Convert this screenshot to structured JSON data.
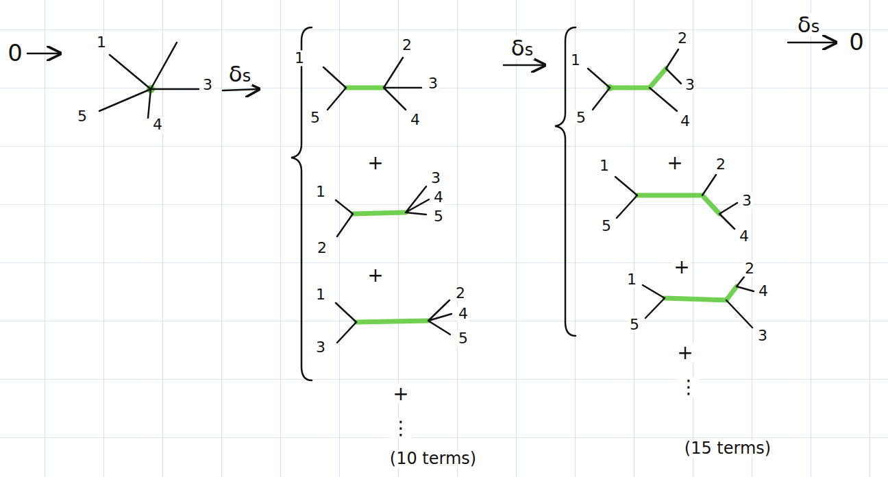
{
  "diagram": {
    "labels": [
      "0",
      "1",
      "3",
      "5",
      "4",
      "δs",
      "1",
      "5",
      "2",
      "3",
      "4",
      "+",
      "1",
      "2",
      "3",
      "4",
      "5",
      "+",
      "1",
      "3",
      "2",
      "4",
      "5",
      "+",
      "⋮",
      "(10 terms)",
      "δs",
      "1",
      "5",
      "2",
      "3",
      "4",
      "+",
      "1",
      "5",
      "2",
      "3",
      "4",
      "+",
      "1",
      "5",
      "2",
      "4",
      "3",
      "+",
      "⋮",
      "(15 terms)",
      "δs",
      "0"
    ]
  }
}
